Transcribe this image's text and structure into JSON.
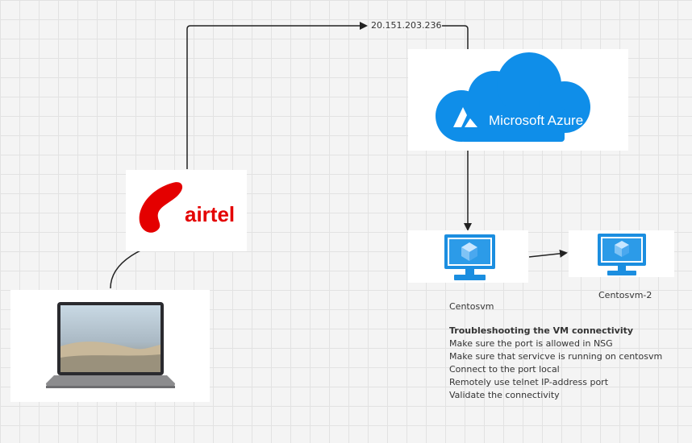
{
  "connection": {
    "ip": "20.151.203.236"
  },
  "logos": {
    "airtel": "airtel",
    "azure": "Microsoft Azure"
  },
  "vms": [
    {
      "label": "Centosvm",
      "icon": "virtual-machine-icon"
    },
    {
      "label": "Centosvm-2",
      "icon": "virtual-machine-icon"
    }
  ],
  "notes": {
    "title": "Troubleshooting the VM connectivity",
    "steps": [
      "Make sure the port is allowed in NSG",
      "Make sure that servicve is running on centosvm",
      "Connect to the port local",
      "Remotely use telnet IP-address port",
      "Validate the connectivity"
    ]
  },
  "colors": {
    "airtel_red": "#e40000",
    "azure_blue": "#0f8ee9",
    "vm_blue": "#1b8ee0"
  }
}
